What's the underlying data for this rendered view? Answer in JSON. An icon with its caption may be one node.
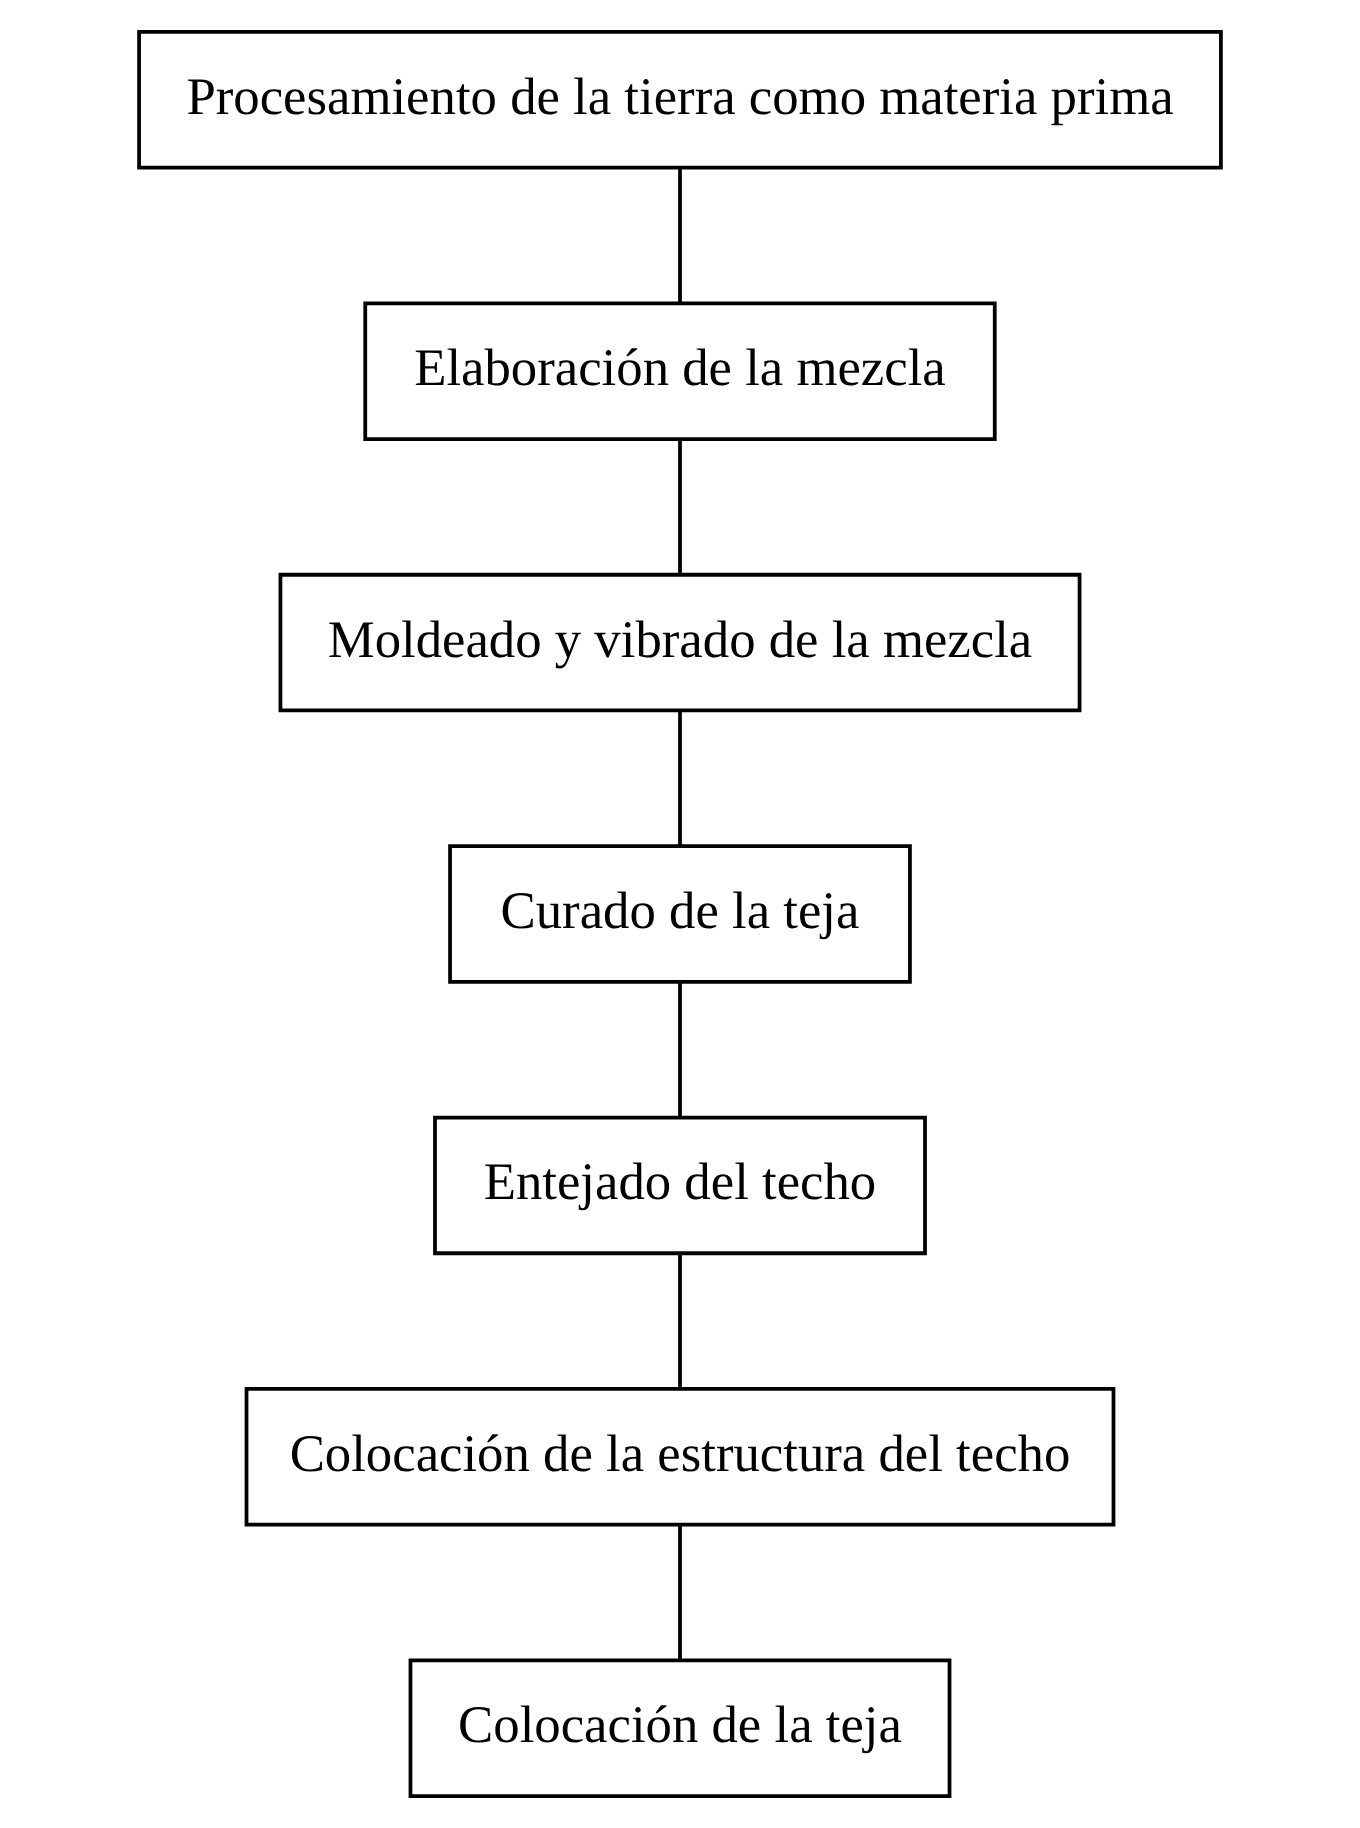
{
  "diagram": {
    "nodes": [
      {
        "text": [
          "Procesamiento de la tierra como materia prima"
        ]
      },
      {
        "text": [
          "Elaboración de la mezcla"
        ]
      },
      {
        "text": [
          "Moldeado y vibrado de la mezcla"
        ]
      },
      {
        "text": [
          "Curado de la teja"
        ]
      },
      {
        "text": [
          "Entejado del techo"
        ]
      },
      {
        "text": [
          "Colocación de la estructura del techo"
        ]
      },
      {
        "text": [
          "Colocación de la teja"
        ]
      }
    ],
    "edges": [
      {
        "from": 0,
        "to": 1,
        "arrow": "none"
      },
      {
        "from": 1,
        "to": 2,
        "arrow": "none"
      },
      {
        "from": 2,
        "to": 3,
        "arrow": "none"
      },
      {
        "from": 3,
        "to": 4,
        "arrow": "none"
      },
      {
        "from": 4,
        "to": 5,
        "arrow": "none"
      },
      {
        "from": 5,
        "to": 6,
        "arrow": "none"
      }
    ]
  }
}
